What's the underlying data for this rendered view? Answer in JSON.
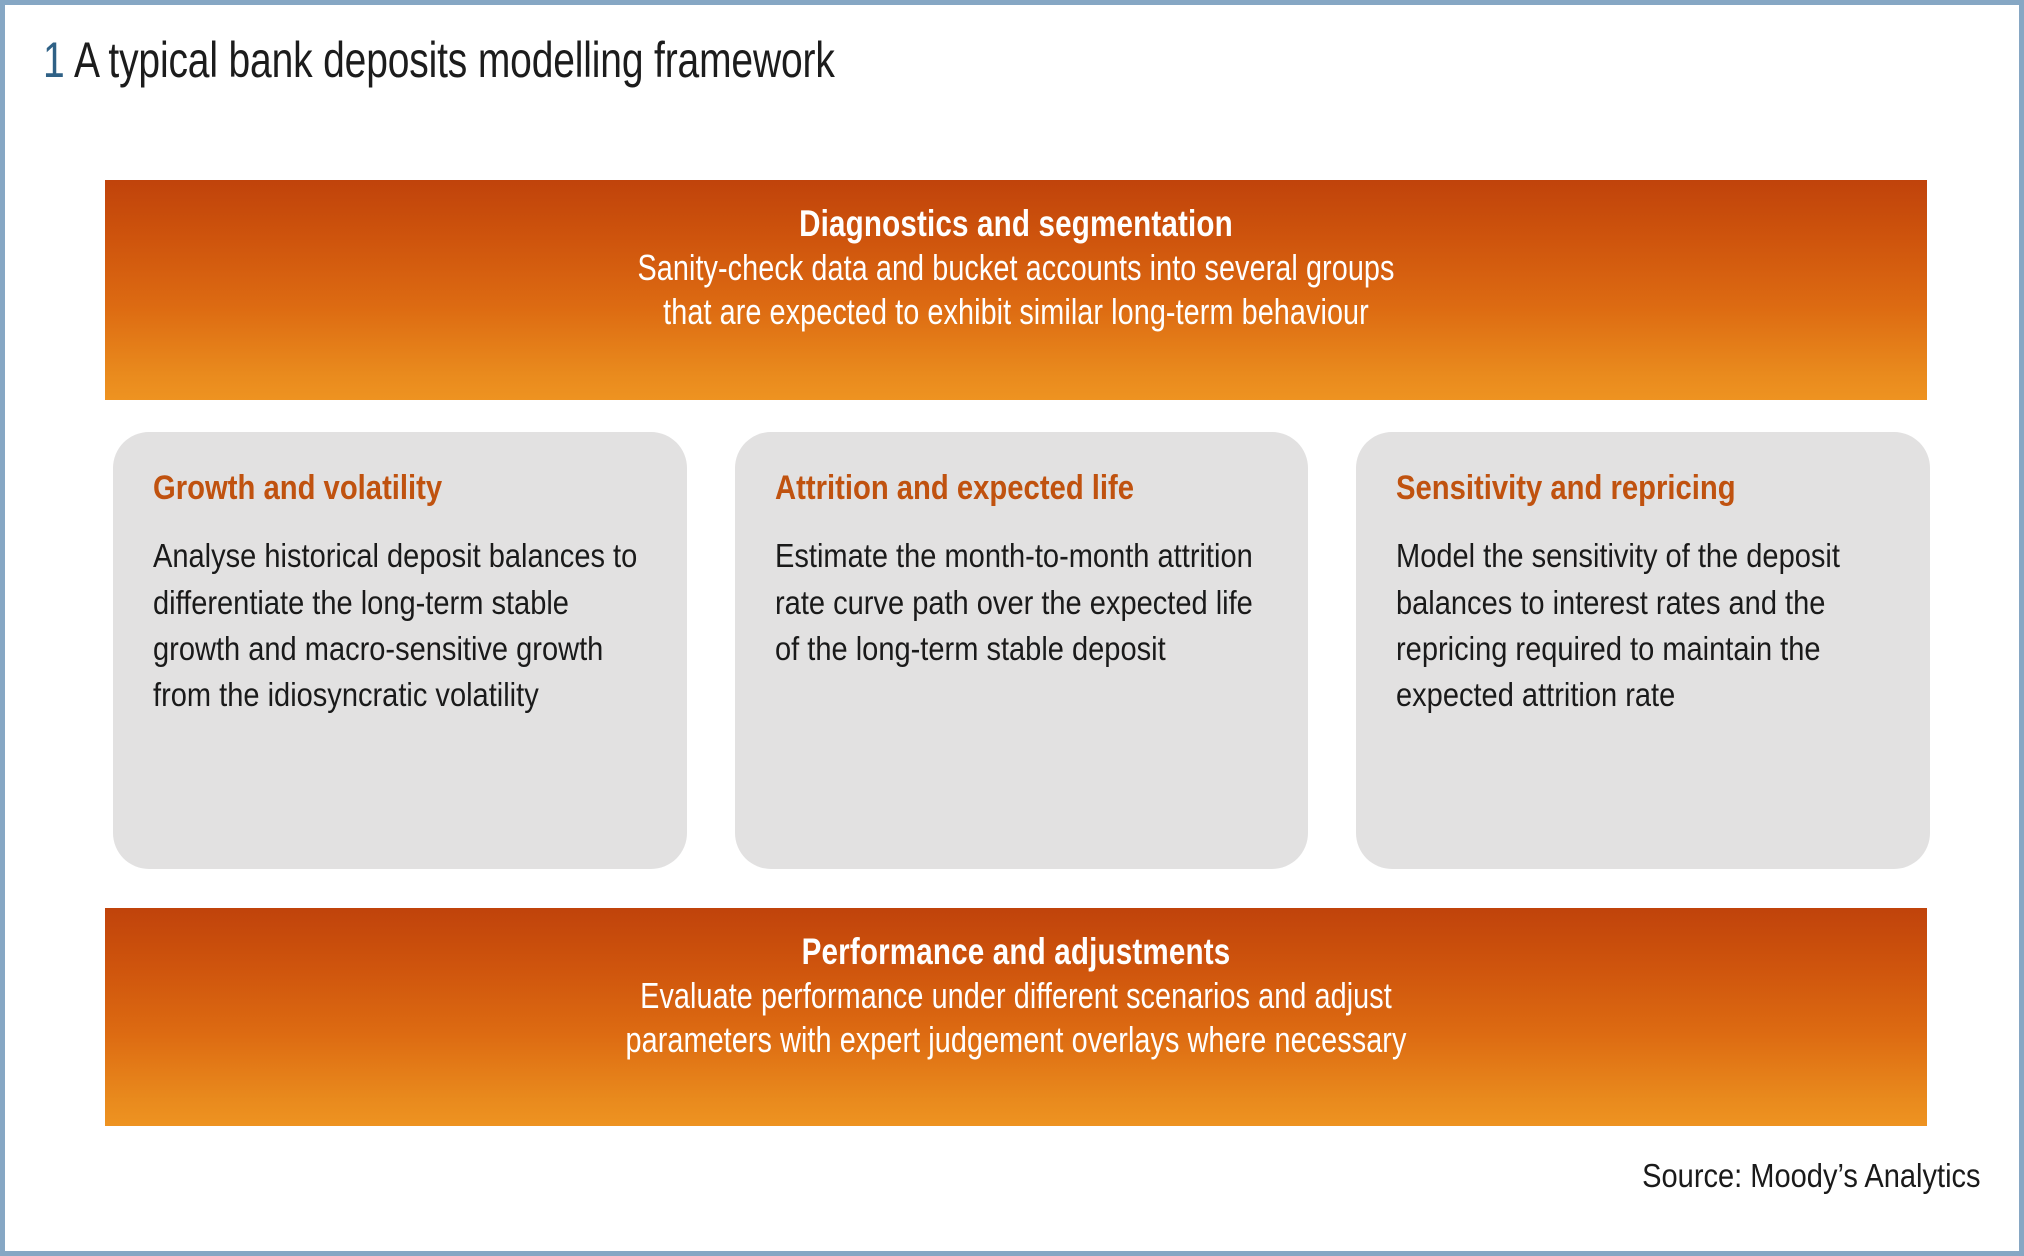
{
  "figure": {
    "number": "1",
    "title": "A typical bank deposits modelling framework",
    "number_color": "#2f6186",
    "frame_color": "#86a7c4"
  },
  "top_banner": {
    "title": "Diagnostics and segmentation",
    "line1": "Sanity-check data and bucket accounts into several groups",
    "line2": "that are expected to exhibit similar long-term behaviour",
    "gradient_from": "#c0430b",
    "gradient_to": "#ee9321"
  },
  "cards": [
    {
      "title": "Growth and volatility",
      "body": "Analyse historical deposit balances to differentiate the long-term stable growth and macro-sensitive growth from the idiosyncratic volatility"
    },
    {
      "title": "Attrition and expected life",
      "body": "Estimate the month-to-month attrition rate curve path over the expected life of the long-term stable deposit"
    },
    {
      "title": "Sensitivity and repricing",
      "body": "Model the sensitivity of the deposit balances to interest rates and the repricing required to maintain the expected attrition rate"
    }
  ],
  "card_style": {
    "background": "#e2e1e1",
    "title_color": "#c0520f",
    "body_color": "#1a1a1a"
  },
  "bottom_banner": {
    "title": "Performance and adjustments",
    "line1": "Evaluate performance under different scenarios and adjust",
    "line2": "parameters with expert judgement overlays where necessary"
  },
  "source": {
    "text": "Source: Moody’s Analytics"
  }
}
